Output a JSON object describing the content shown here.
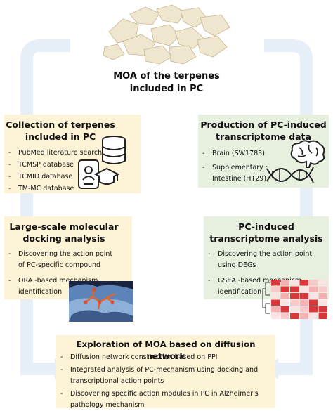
{
  "center": {
    "line1": "MOA of the terpenes",
    "line2": "included in PC"
  },
  "collection": {
    "title_line1": "Collection of terpenes",
    "title_line2": "included in PC",
    "items": [
      "PubMed literature search",
      "TCMSP database",
      "TCMID database",
      "TM-MC database"
    ]
  },
  "production": {
    "title_line1": "Production of PC-induced",
    "title_line2": "transcriptome data",
    "item1": "Brain (SW1783)",
    "item2_line1": "Supplementary :",
    "item2_line2": "Intestine (HT29)"
  },
  "docking": {
    "title_line1": "Large-scale molecular",
    "title_line2": "docking analysis",
    "item1_line1": "Discovering the action point",
    "item1_line2": "of PC-specific compound",
    "item2_line1": "ORA -based mechanism",
    "item2_line2": "identification"
  },
  "transcriptome": {
    "title_line1": "PC-induced",
    "title_line2": "transcriptome analysis",
    "item1_line1": "Discovering the action point",
    "item1_line2": "using DEGs",
    "item2_line1": "GSEA -based mechanism",
    "item2_line2": "identification"
  },
  "exploration": {
    "title": "Exploration of MOA based on diffusion network",
    "item1": "Diffusion network construction based on PPI",
    "item2_line1": "Integrated analysis of PC-mechanism using docking and",
    "item2_line2": "transcriptional action points",
    "item3_line1": "Discovering specific action modules in PC in Alzheimer's",
    "item3_line2": "pathology mechanism"
  },
  "colors": {
    "yellow_box": "#fdf3d6",
    "green_box": "#e7f0df",
    "arrow": "#e6eef7",
    "heatmap_red": "#d9383a"
  },
  "icons": [
    "dried-slices-image",
    "database-icon",
    "id-card-icon",
    "graduation-cap-icon",
    "brain-icon",
    "dna-icon",
    "protein-docking-image",
    "heatmap-icon"
  ]
}
